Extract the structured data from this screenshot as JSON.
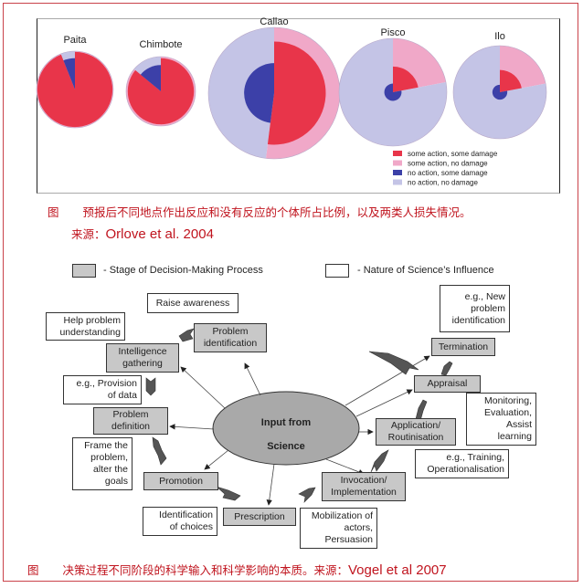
{
  "figure1": {
    "chart_data": {
      "type": "pie",
      "title": "",
      "locations": [
        {
          "name": "Paita",
          "some_action_some_damage": 0.9,
          "some_action_no_damage": 0.04,
          "no_action_some_damage": 0.04,
          "no_action_no_damage": 0.02
        },
        {
          "name": "Chimbote",
          "some_action_some_damage": 0.78,
          "some_action_no_damage": 0.08,
          "no_action_some_damage": 0.08,
          "no_action_no_damage": 0.06
        },
        {
          "name": "Callao",
          "some_action_some_damage": 0.32,
          "some_action_no_damage": 0.2,
          "no_action_some_damage": 0.1,
          "no_action_no_damage": 0.38
        },
        {
          "name": "Pisco",
          "some_action_some_damage": 0.05,
          "some_action_no_damage": 0.17,
          "no_action_some_damage": 0.02,
          "no_action_no_damage": 0.76
        },
        {
          "name": "Ilo",
          "some_action_some_damage": 0.05,
          "some_action_no_damage": 0.17,
          "no_action_some_damage": 0.02,
          "no_action_no_damage": 0.76
        }
      ],
      "legend": [
        {
          "label": "some action, some damage",
          "color": "#e8354a"
        },
        {
          "label": "some action, no damage",
          "color": "#f0a8c8"
        },
        {
          "label": "no action, some damage",
          "color": "#3c40a8"
        },
        {
          "label": "no action, no damage",
          "color": "#c4c4e6"
        }
      ],
      "legend_position": "bottom-right"
    },
    "caption_prefix": "图",
    "caption_text": "预报后不同地点作出反应和没有反应的个体所占比例，以及两类人损失情况。",
    "source_label": "来源：",
    "source_ref": "Orlove et al. 2004"
  },
  "figure2": {
    "legend": {
      "stage_label": "- Stage of Decision-Making Process",
      "influence_label": "- Nature of Science’s Influence"
    },
    "center": {
      "line1": "Input from",
      "line2": "Science"
    },
    "stages": {
      "problem_identification": "Problem\nidentification",
      "intelligence_gathering": "Intelligence\ngathering",
      "problem_definition": "Problem\ndefinition",
      "promotion": "Promotion",
      "prescription": "Prescription",
      "invocation": "Invocation/\nImplementation",
      "application": "Application/\nRoutinisation",
      "appraisal": "Appraisal",
      "termination": "Termination"
    },
    "influences": {
      "raise_awareness": "Raise awareness",
      "help_problem": "Help problem\nunderstanding",
      "provision_data": "e.g., Provision\nof data",
      "frame_problem": "Frame the\nproblem,\nalter the\ngoals",
      "identification_choices": "Identification\nof choices",
      "mobilization": "Mobilization of\nactors,\nPersuasion",
      "training": "e.g., Training,\nOperationalisation",
      "monitoring": "Monitoring,\nEvaluation,\nAssist\nlearning",
      "new_problem": "e.g., New\nproblem\nidentification"
    },
    "caption_prefix": "图",
    "caption_text": "决策过程不同阶段的科学输入和科学影响的本质。来源：",
    "source_ref": "Vogel et al 2007"
  }
}
